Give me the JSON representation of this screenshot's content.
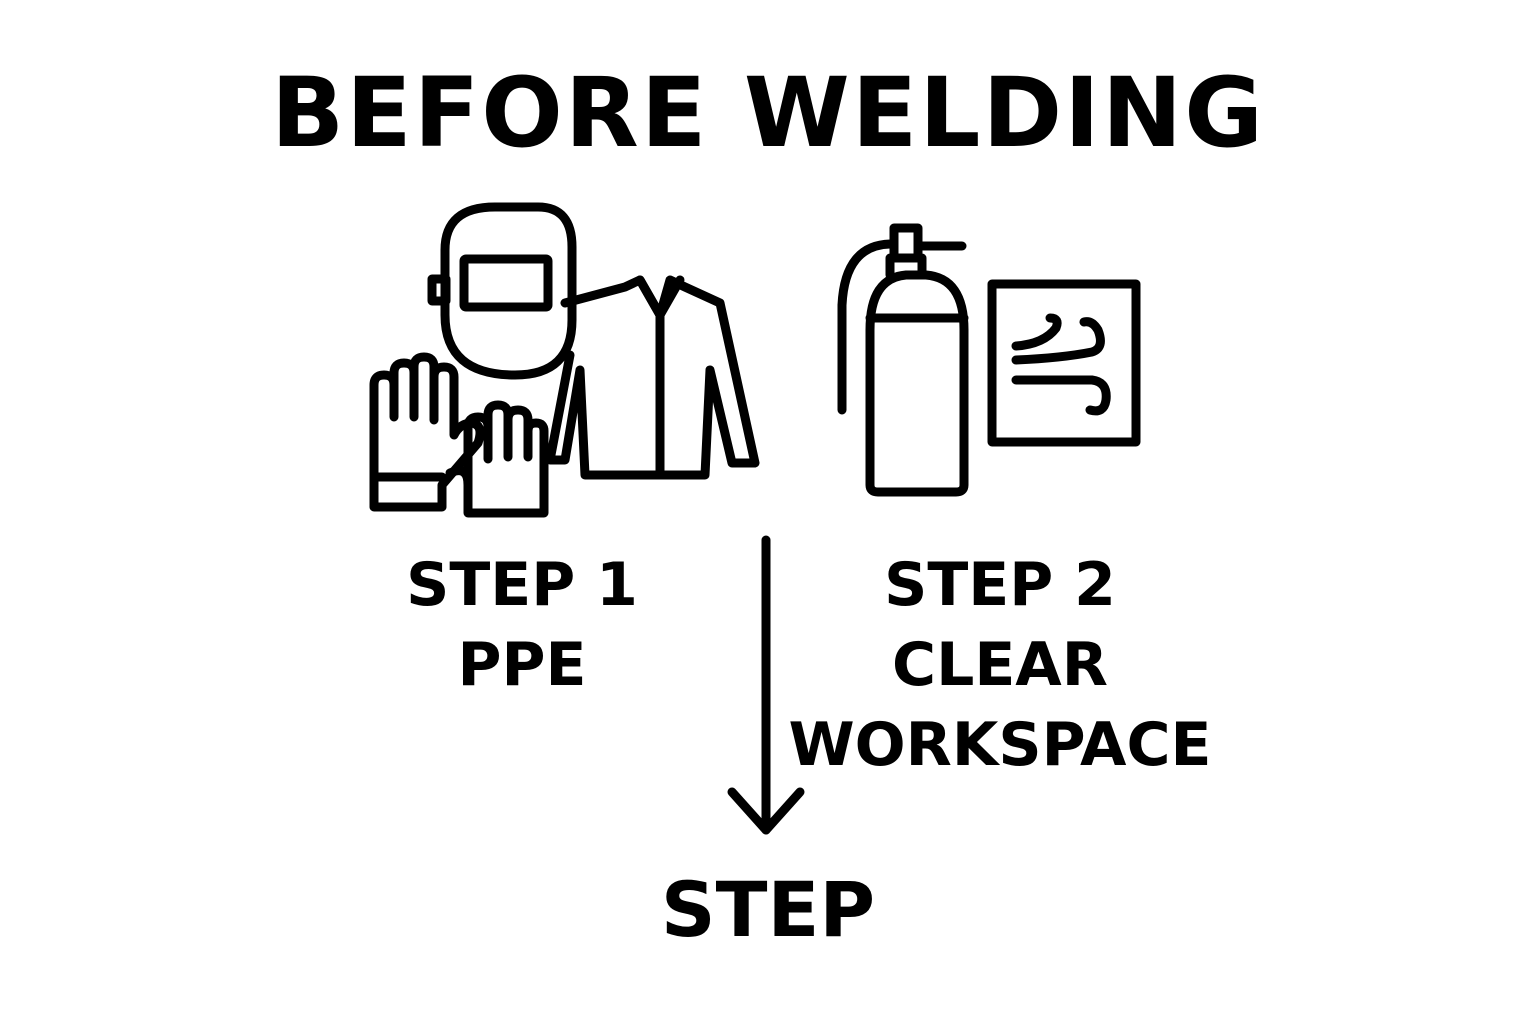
{
  "title": "BEFORE WELDING",
  "steps": [
    {
      "label_line1": "STEP 1",
      "label_line2": "PPE",
      "icons": [
        "welding-helmet-icon",
        "gloves-icon",
        "welding-jacket-icon"
      ]
    },
    {
      "label_line1": "STEP 2",
      "label_line2": "CLEAR",
      "label_line3": "WORKSPACE",
      "icons": [
        "gas-cylinder-icon",
        "ventilation-icon"
      ]
    }
  ],
  "next_step": "STEP",
  "arrow_icon": "arrow-down-icon",
  "colors": {
    "foreground": "#000000",
    "background": "#ffffff"
  }
}
